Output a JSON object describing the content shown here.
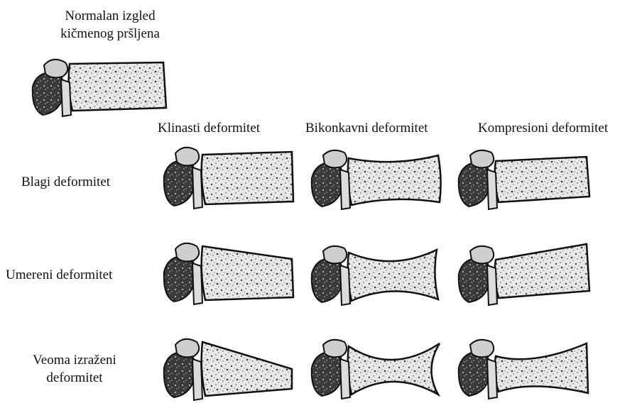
{
  "normal": {
    "label_line1": "Normalan izgled",
    "label_line2": "kičmenog pršljena"
  },
  "columns": [
    {
      "label": "Klinasti deformitet"
    },
    {
      "label": "Bikonkavni deformitet"
    },
    {
      "label": "Kompresioni deformitet"
    }
  ],
  "rows": [
    {
      "label": "Blagi deformitet"
    },
    {
      "label": "Umereni deformitet"
    },
    {
      "label_line1": "Veoma izraženi",
      "label_line2": "deformitet"
    }
  ]
}
